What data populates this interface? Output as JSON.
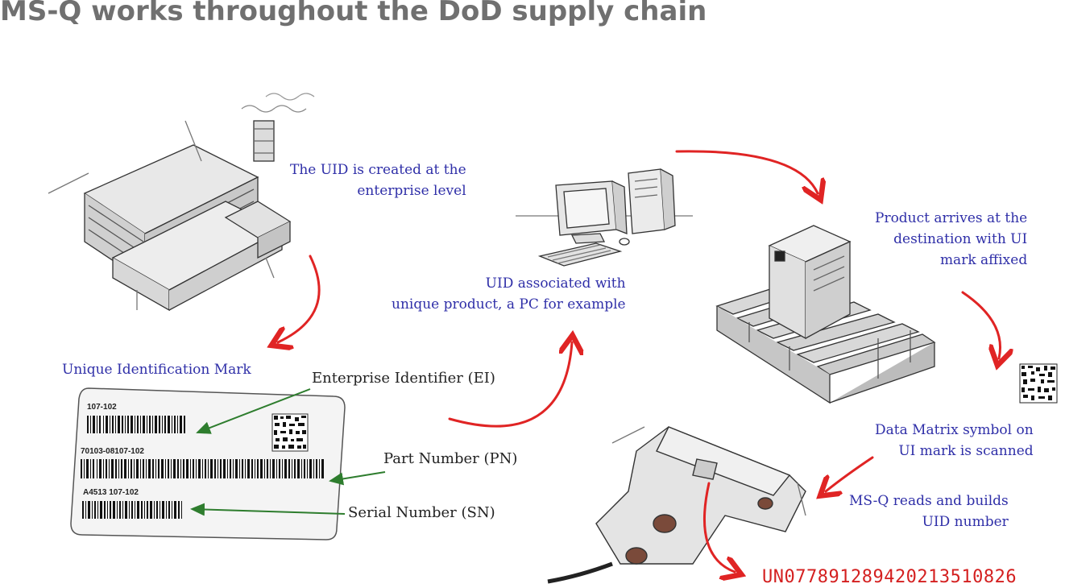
{
  "title": "MS-Q works throughout the DoD supply chain",
  "captions": {
    "enterprise_line1": "The UID is created at the",
    "enterprise_line2": "enterprise level",
    "pc_line1": "UID associated with",
    "pc_line2": "unique product, a PC for example",
    "arrives_line1": "Product arrives at the",
    "arrives_line2": "destination with UI",
    "arrives_line3": "mark affixed",
    "uid_mark": "Unique Identification Mark",
    "scanned_line1": "Data Matrix symbol on",
    "scanned_line2": "UI mark is scanned",
    "msq_line1": "MS-Q reads and builds",
    "msq_line2": "UID number"
  },
  "labels": {
    "ei": "Enterprise Identifier (EI)",
    "pn": "Part Number (PN)",
    "sn": "Serial Number (SN)"
  },
  "card": {
    "line1": "107-102",
    "line2": "70103-08107-102",
    "line3": "A4513 107-102"
  },
  "uid_number": "UN077891289420213510826",
  "colors": {
    "title": "#707070",
    "caption": "#2f2fa8",
    "flow_arrow": "#e02424",
    "pointer_arrow": "#2e7d2e",
    "uid_number": "#d42020"
  },
  "icons": [
    "factory-sketch",
    "computer-sketch",
    "pallet-sketch",
    "scanner-sketch",
    "data-matrix"
  ]
}
